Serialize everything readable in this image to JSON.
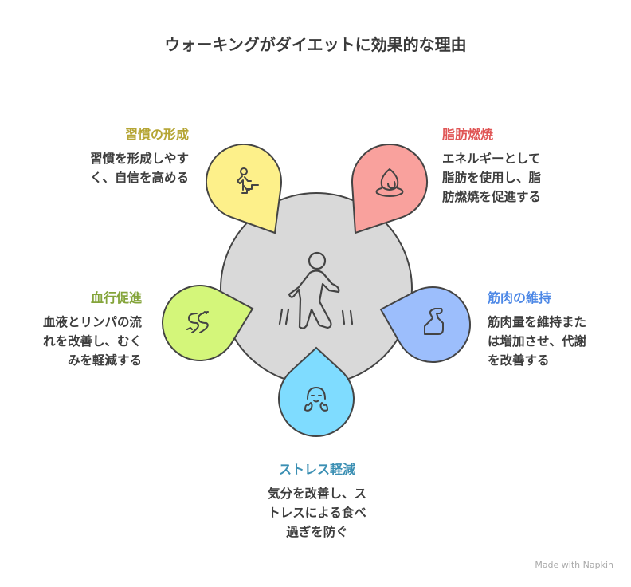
{
  "title": "ウォーキングがダイエットに効果的な理由",
  "center": {
    "icon": "walking-person-icon",
    "fill": "#d9d9d9"
  },
  "items": [
    {
      "heading": "習慣の形成",
      "lines": [
        "習慣を形成しやす",
        "く、自信を高める"
      ],
      "color": "#b5a534",
      "fill": "#fdf08a",
      "icon": "stairs-person-icon"
    },
    {
      "heading": "脂肪燃焼",
      "lines": [
        "エネルギーとして",
        "脂肪を使用し、脂",
        "肪燃焼を促進する"
      ],
      "color": "#e05656",
      "fill": "#f9a19d",
      "icon": "flame-icon"
    },
    {
      "heading": "筋肉の維持",
      "lines": [
        "筋肉量を維持また",
        "は増加させ、代謝",
        "を改善する"
      ],
      "color": "#4d88e6",
      "fill": "#9cbefc",
      "icon": "flexed-arm-icon"
    },
    {
      "heading": "ストレス軽減",
      "lines": [
        "気分を改善し、ス",
        "トレスによる食べ",
        "過ぎを防ぐ"
      ],
      "color": "#3b8fb3",
      "fill": "#7fdcff",
      "icon": "happy-face-icon"
    },
    {
      "heading": "血行促進",
      "lines": [
        "血液とリンパの流",
        "れを改善し、むく",
        "みを軽減する"
      ],
      "color": "#84a43a",
      "fill": "#d4f67a",
      "icon": "river-flow-icon"
    }
  ],
  "credit": "Made with Napkin"
}
